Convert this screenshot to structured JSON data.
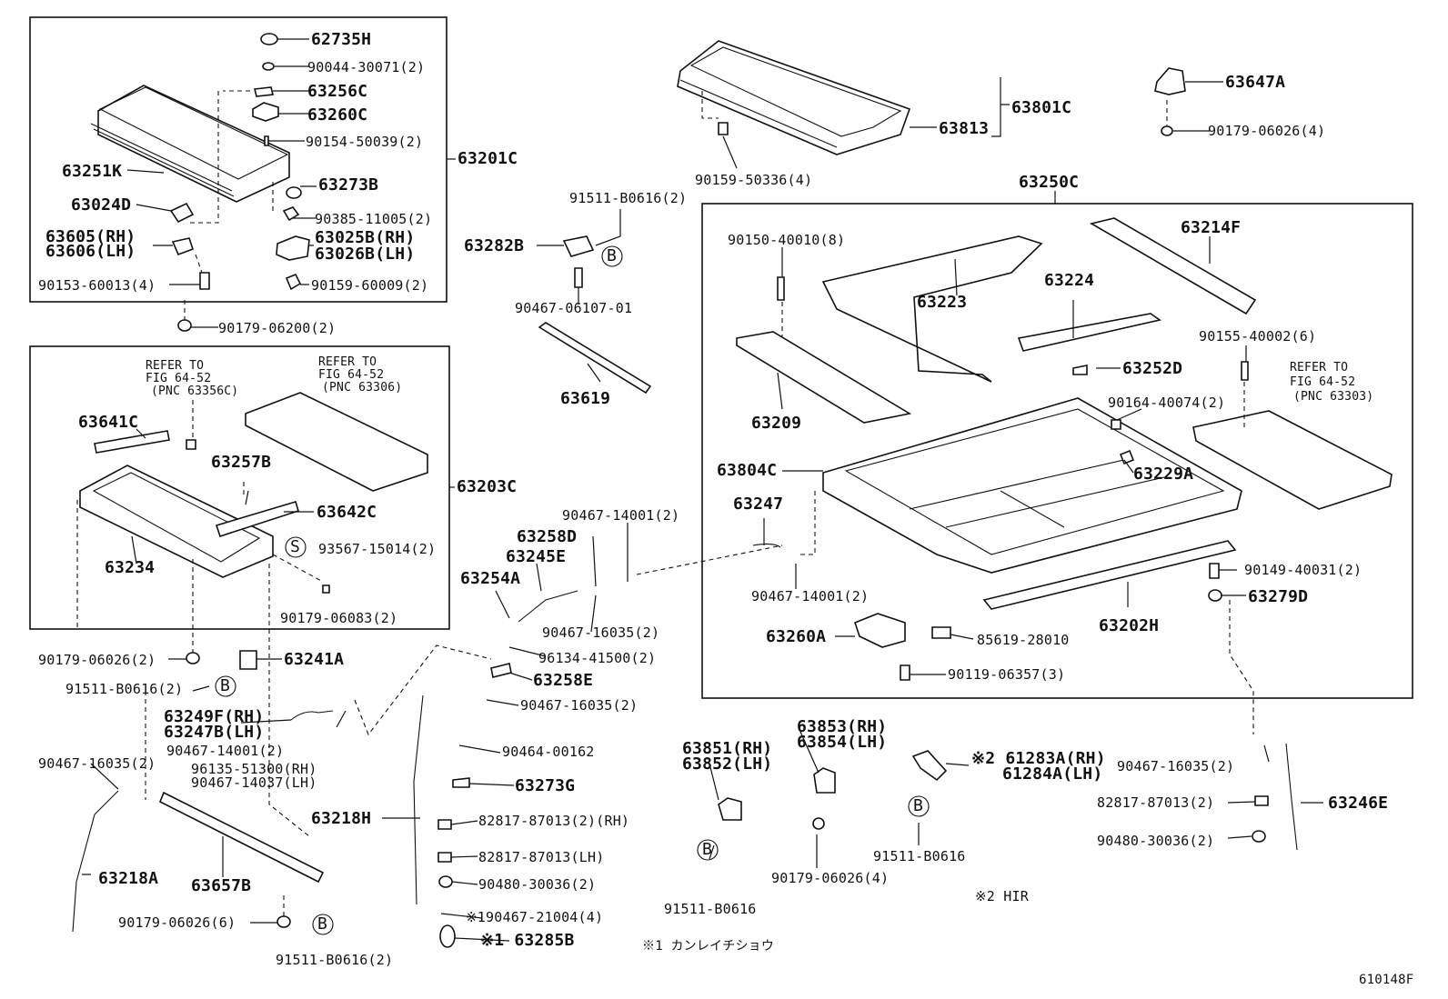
{
  "labels": {
    "p62735H": "62735H",
    "p90044": "90044-30071(2)",
    "p63256C": "63256C",
    "p63260C": "63260C",
    "p90154": "90154-50039(2)",
    "p63251K": "63251K",
    "p63273B": "63273B",
    "p63024D": "63024D",
    "p90385": "90385-11005(2)",
    "p63605": "63605(RH)",
    "p63606": "63606(LH)",
    "p63025B": "63025B(RH)",
    "p63026B": "63026B(LH)",
    "p90153": "90153-60013(4)",
    "p90159a": "90159-60009(2)",
    "p63201C": "63201C",
    "p90179_06200": "90179-06200(2)",
    "p63641C": "63641C",
    "p63257B": "63257B",
    "p63642C": "63642C",
    "p93567": "93567-15014(2)",
    "p63234": "63234",
    "p63203C": "63203C",
    "p90179_06083": "90179-06083(2)",
    "p90179_06026a": "90179-06026(2)",
    "p63241A": "63241A",
    "p91511a": "91511-B0616(2)",
    "p63249F": "63249F(RH)",
    "p63247B": "63247B(LH)",
    "p90467_14001a": "90467-14001(2)",
    "p96135": "96135-51300(RH)",
    "p90467_14037": "90467-14037(LH)",
    "p90467_16035a": "90467-16035(2)",
    "p63218H": "63218H",
    "p63218A": "63218A",
    "p63657B": "63657B",
    "p90179_06026b": "90179-06026(6)",
    "p91511b": "91511-B0616(2)",
    "p63801C": "63801C",
    "p63813": "63813",
    "p90159_50336": "90159-50336(4)",
    "p91511c": "91511-B0616(2)",
    "p63282B": "63282B",
    "p90467_06107": "90467-06107-01",
    "p63619": "63619",
    "p63647A": "63647A",
    "p90179_06026c": "90179-06026(4)",
    "p63250C": "63250C",
    "p90150": "90150-40010(8)",
    "p63214F": "63214F",
    "p63223": "63223",
    "p63224": "63224",
    "p90155": "90155-40002(6)",
    "p63252D": "63252D",
    "p63209": "63209",
    "p90164": "90164-40074(2)",
    "p63804C": "63804C",
    "p63229A": "63229A",
    "p63247": "63247",
    "p90149": "90149-40031(2)",
    "p63279D": "63279D",
    "p90467_14001c": "90467-14001(2)",
    "p63202H": "63202H",
    "p63260A": "63260A",
    "p85619": "85619-28010",
    "p90119": "90119-06357(3)",
    "p90467_14001b": "90467-14001(2)",
    "p63258D": "63258D",
    "p63245E": "63245E",
    "p63254A": "63254A",
    "p90467_16035b": "90467-16035(2)",
    "p96134": "96134-41500(2)",
    "p63258E": "63258E",
    "p90467_16035c": "90467-16035(2)",
    "p90464": "90464-00162",
    "p63273G": "63273G",
    "p82817rh": "82817-87013(2)(RH)",
    "p82817lh": "82817-87013(LH)",
    "p90480a": "90480-30036(2)",
    "p90467_21004": "※190467-21004(4)",
    "p63285B": "※1 63285B",
    "n1": "※1 カンレイチショウ",
    "p63851": "63851(RH)",
    "p63852": "63852(LH)",
    "p91511d": "91511-B0616",
    "p63853": "63853(RH)",
    "p63854": "63854(LH)",
    "p90179_06026d": "90179-06026(4)",
    "p61283A": "※2 61283A(RH)",
    "p61284A": "61284A(LH)",
    "p91511e": "91511-B0616",
    "n2": "※2 HIR",
    "p90467_16035d": "90467-16035(2)",
    "p82817b": "82817-87013(2)",
    "p90480b": "90480-30036(2)",
    "p63246E": "63246E",
    "ref1": "REFER TO",
    "ref1b": "FIG 64-52",
    "ref1c": "(PNC 63356C)",
    "ref2": "REFER TO",
    "ref2b": "FIG 64-52",
    "ref2c": "(PNC 63306)",
    "ref3": "REFER TO",
    "ref3b": "FIG 64-52",
    "ref3c": "(PNC 63303)",
    "figno": "610148F",
    "markB": "B",
    "markS": "S"
  }
}
